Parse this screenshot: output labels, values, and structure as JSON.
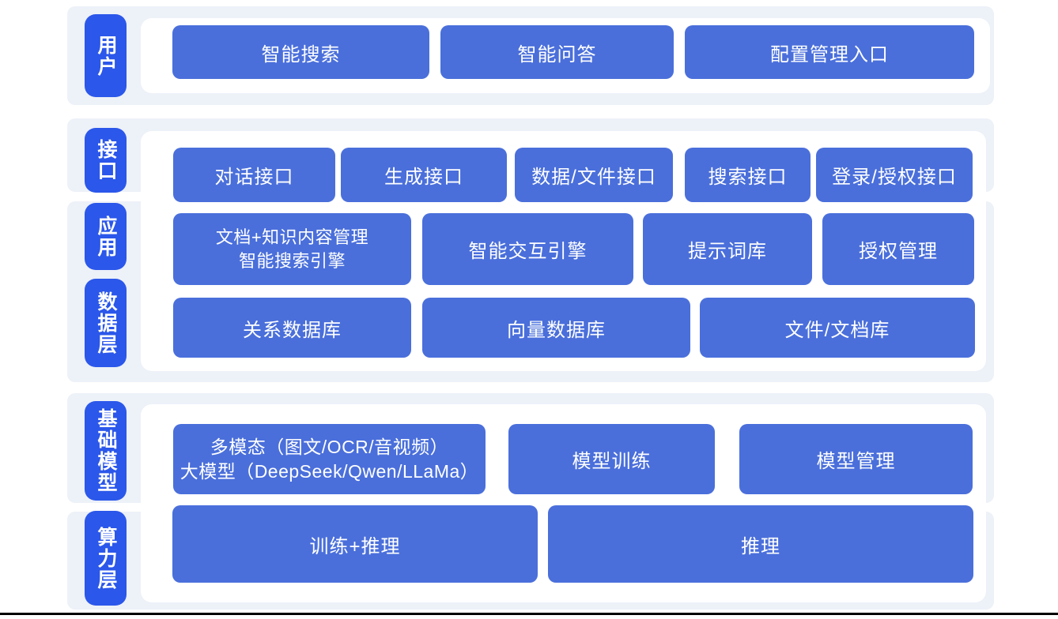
{
  "colors": {
    "band_bg": "#edf1f8",
    "label_blue": "#2b57ea",
    "button_blue": "#4a6fdb",
    "button_text": "#ffffff",
    "divider": "#000000"
  },
  "layers": {
    "user": {
      "label": "用户",
      "buttons": [
        "智能搜索",
        "智能问答",
        "配置管理入口"
      ]
    },
    "interface": {
      "label": "接口",
      "buttons": [
        "对话接口",
        "生成接口",
        "数据/文件接口",
        "搜索接口",
        "登录/授权接口"
      ]
    },
    "application": {
      "label": "应用",
      "buttons": [
        {
          "line1": "文档+知识内容管理",
          "line2": "智能搜索引擎"
        },
        "智能交互引擎",
        "提示词库",
        "授权管理"
      ]
    },
    "data": {
      "label": "数据层",
      "buttons": [
        "关系数据库",
        "向量数据库",
        "文件/文档库"
      ]
    },
    "foundation": {
      "label": "基础模型",
      "buttons": [
        {
          "line1": "多模态（图文/OCR/音视频）",
          "line2": "大模型（DeepSeek/Qwen/LLaMa）"
        },
        "模型训练",
        "模型管理"
      ]
    },
    "compute": {
      "label": "算力层",
      "buttons": [
        "训练+推理",
        "推理"
      ]
    }
  }
}
